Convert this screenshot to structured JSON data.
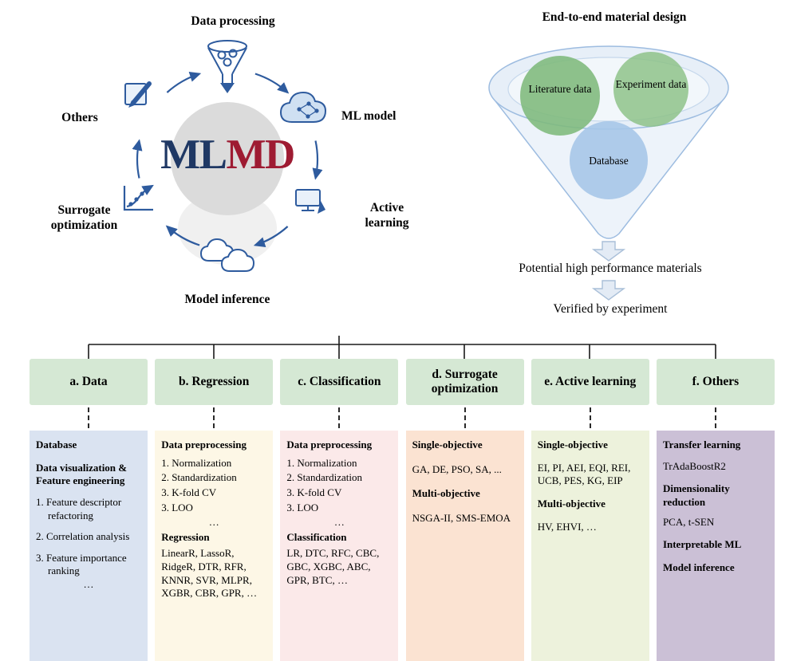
{
  "cycle": {
    "center": {
      "ml": "ML",
      "md": "MD"
    },
    "labels": {
      "top": "Data processing",
      "right": "ML model",
      "bottom_right": "Active learning",
      "bottom": "Model inference",
      "left": "Surrogate optimization",
      "top_left": "Others"
    }
  },
  "funnel": {
    "title": "End-to-end material design",
    "bubbles": {
      "literature": "Literature data",
      "experiment": "Experiment data",
      "database": "Database"
    },
    "step1": "Potential high performance materials",
    "step2": "Verified by experiment"
  },
  "tree": {
    "columns": [
      {
        "header": "a. Data",
        "body": [
          "Database",
          "Data visualization & Feature engineering",
          "1. Feature descriptor refactoring",
          "2. Correlation analysis",
          "3. Feature importance ranking",
          "…"
        ]
      },
      {
        "header": "b. Regression",
        "body": [
          "Data preprocessing",
          "1. Normalization",
          "2. Standardization",
          "3. K-fold CV",
          "3. LOO",
          "…",
          "Regression",
          "LinearR, LassoR, RidgeR, DTR, RFR, KNNR, SVR, MLPR, XGBR, CBR, GPR, …"
        ]
      },
      {
        "header": "c. Classification",
        "body": [
          "Data preprocessing",
          "1. Normalization",
          "2. Standardization",
          "3. K-fold CV",
          "3. LOO",
          "…",
          "Classification",
          "LR, DTC, RFC, CBC, GBC, XGBC, ABC, GPR, BTC, …"
        ]
      },
      {
        "header": "d. Surrogate optimization",
        "body": [
          "Single-objective",
          "GA, DE, PSO, SA, ...",
          "Multi-objective",
          "NSGA-II, SMS-EMOA"
        ]
      },
      {
        "header": "e. Active learning",
        "body": [
          "Single-objective",
          "EI, PI,  AEI, EQI, REI, UCB, PES, KG, EIP",
          "Multi-objective",
          "HV, EHVI, …"
        ]
      },
      {
        "header": "f. Others",
        "body": [
          "Transfer learning",
          "TrAdaBoostR2",
          "Dimensionality reduction",
          "PCA, t-SEN",
          "Interpretable ML",
          "Model inference"
        ]
      }
    ]
  },
  "colors": {
    "arrow_blue": "#2E5B9E",
    "ml_navy": "#1F3864",
    "md_maroon": "#9E1B32",
    "header_green": "#D5E8D4",
    "body_data": "#DAE3F1",
    "body_regression": "#FDF7E6",
    "body_classification": "#FBE9E9",
    "body_surrogate": "#FBE3D2",
    "body_active": "#EDF2DC",
    "body_others": "#CBC0D6",
    "bubble_literature": "#7EB97B",
    "bubble_experiment": "#8BC185",
    "bubble_database": "#A6C6E8"
  }
}
